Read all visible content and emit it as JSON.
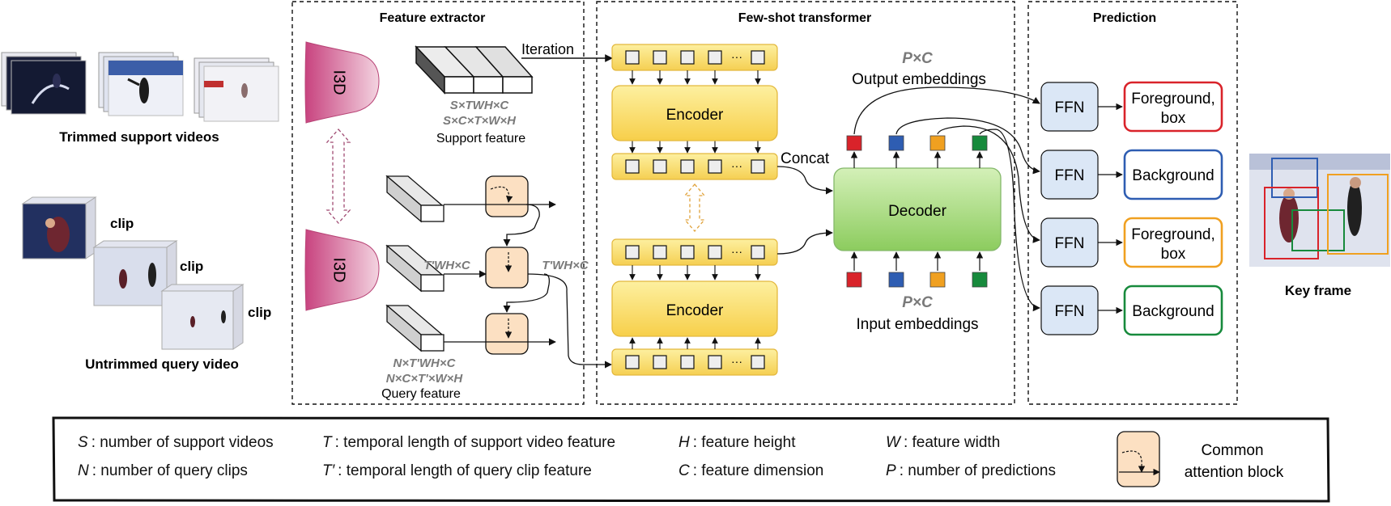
{
  "sections": {
    "feature_extractor": "Feature extractor",
    "few_shot_transformer": "Few-shot transformer",
    "prediction": "Prediction"
  },
  "inputs": {
    "support_label": "Trimmed support videos",
    "query_label": "Untrimmed query video",
    "clip_label": "clip"
  },
  "feature_extractor": {
    "i3d_label": "I3D",
    "iteration_label": "Iteration",
    "support_dims_1": "S×TWH×C",
    "support_dims_2": "S×C×T×W×H",
    "support_feature_label": "Support feature",
    "query_dims_inline": "T'WH×C",
    "query_dims_out": "T'WH×C",
    "query_dims_1": "N×T'WH×C",
    "query_dims_2": "N×C×T'×W×H",
    "query_feature_label": "Query feature"
  },
  "transformer": {
    "encoder_label": "Encoder",
    "decoder_label": "Decoder",
    "concat_label": "Concat",
    "ellipsis": "···",
    "output_dims": "P×C",
    "output_embeddings_label": "Output embeddings",
    "input_dims": "P×C",
    "input_embeddings_label": "Input embeddings",
    "embedding_colors": [
      "#d9232a",
      "#2e5db2",
      "#f0a020",
      "#178a3c"
    ]
  },
  "prediction": {
    "ffn_label": "FFN",
    "outputs": [
      {
        "label_line1": "Foreground,",
        "label_line2": "box",
        "color": "#d9232a"
      },
      {
        "label_line1": "Background",
        "label_line2": "",
        "color": "#2e5db2"
      },
      {
        "label_line1": "Foreground,",
        "label_line2": "box",
        "color": "#f0a020"
      },
      {
        "label_line1": "Background",
        "label_line2": "",
        "color": "#178a3c"
      }
    ],
    "key_frame_label": "Key frame"
  },
  "legend": {
    "items": [
      {
        "symbol": "S",
        "text": ": number of support videos"
      },
      {
        "symbol": "T",
        "text": ": temporal length of support video feature"
      },
      {
        "symbol": "H",
        "text": ": feature height"
      },
      {
        "symbol": "W",
        "text": ": feature width"
      },
      {
        "symbol": "N",
        "text": ": number of query clips"
      },
      {
        "symbol": "T′",
        "text": ": temporal length of query clip feature"
      },
      {
        "symbol": "C",
        "text": ": feature dimension"
      },
      {
        "symbol": "P",
        "text": ": number of predictions"
      }
    ],
    "attention_block_line1": "Common",
    "attention_block_line2": "attention block"
  }
}
